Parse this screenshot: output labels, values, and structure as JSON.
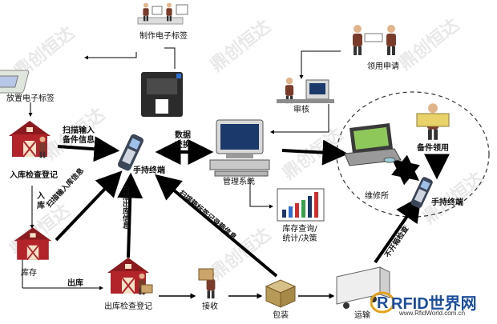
{
  "watermark": "鼎创恒达",
  "nodes": {
    "make_tag": "制作电子标签",
    "place_tag": "放置电子标签",
    "apply": "领用申请",
    "approve": "审核",
    "inbound_check": "入库检查登记",
    "handheld_main": "手持终端",
    "mgmt": "管理系统",
    "part_receive": "备件领用",
    "repair_center": "维修所",
    "handheld_repair": "手持终端",
    "inventory_query": "库存查询/\n统计/决策",
    "storage": "库存",
    "outbound_check": "出库检查登记",
    "receive": "接收",
    "pack": "包装",
    "transport": "运输"
  },
  "edge_labels": {
    "scan_input": "扫描输入\n备件信息",
    "data_exchange": "数据\n交换",
    "inbound": "入\n库",
    "scan_inbound": "扫描输入库信息",
    "scan_outbound": "扫描出库信息",
    "scan_box": "扫描箱标签记录箱信息",
    "outbound": "出库",
    "unpack_check": "不开箱检查"
  },
  "logo": {
    "brand": "RFID世界网",
    "url": "www.RfidWorld.com.cn"
  },
  "colors": {
    "arrow": "#000000",
    "barn": "#b2242a",
    "printer": "#2b2b2b",
    "screen": "#1b3a6b"
  }
}
